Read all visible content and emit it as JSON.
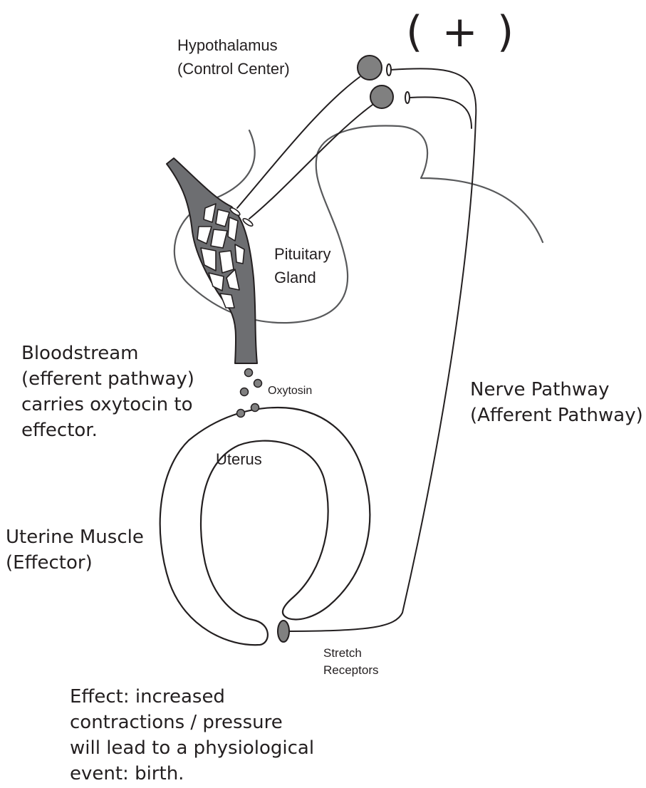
{
  "labels": {
    "plus_sign": "( + )",
    "hypothalamus": "Hypothalamus",
    "control_center": "(Control Center)",
    "pituitary_1": "Pituitary",
    "pituitary_2": "Gland",
    "bloodstream_1": "Bloodstream",
    "bloodstream_2": "(efferent pathway)",
    "bloodstream_3": "carries oxytocin to",
    "bloodstream_4": "effector.",
    "oxytosin": "Oxytosin",
    "nerve_1": "Nerve Pathway",
    "nerve_2": "(Afferent Pathway)",
    "uterus": "Uterus",
    "muscle_1": "Uterine Muscle",
    "muscle_2": "(Effector)",
    "stretch_1": "Stretch",
    "stretch_2": "Receptors",
    "effect_1": "Effect: increased",
    "effect_2": "contractions / pressure",
    "effect_3": "will lead to a physiological",
    "effect_4": "event: birth."
  },
  "colors": {
    "ink": "#231f20",
    "neuron_fill": "#808080",
    "vessel_fill": "#6d6e71",
    "gland_outline": "#58595b"
  }
}
